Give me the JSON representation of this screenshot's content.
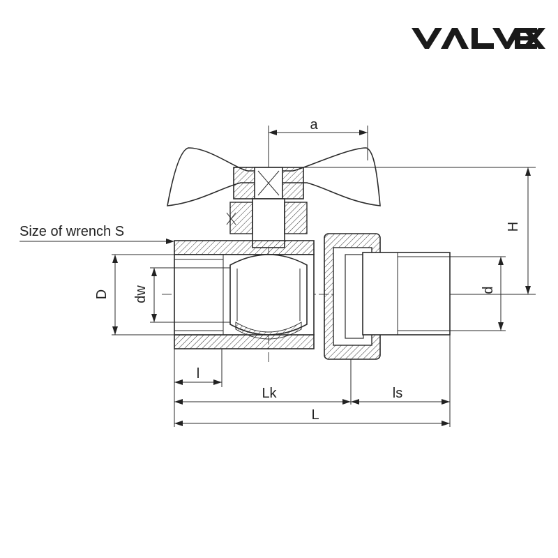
{
  "brand": {
    "logo_text": "VALVEX",
    "color": "#1a1a1a"
  },
  "labels": {
    "wrench": "Size of wrench S",
    "a": "a",
    "H": "H",
    "D": "D",
    "dw": "dw",
    "d": "d",
    "l": "l",
    "Lk": "Lk",
    "ls": "ls",
    "L": "L"
  }
}
